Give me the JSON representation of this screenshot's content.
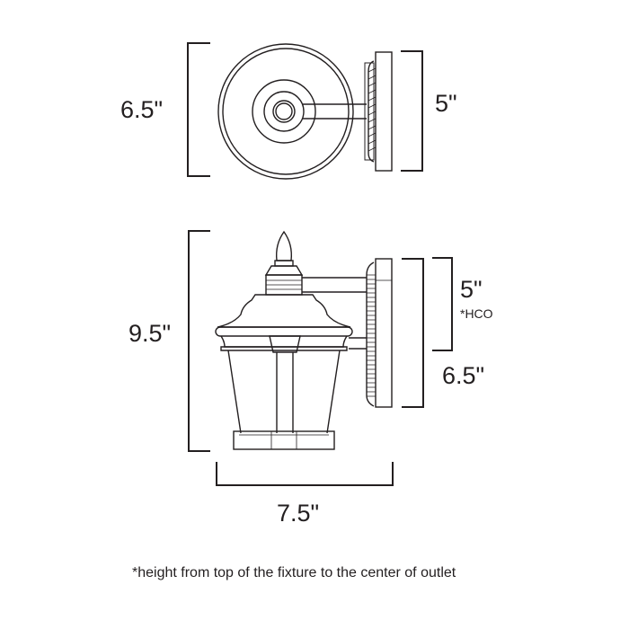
{
  "diagram": {
    "type": "dimension-drawing",
    "subject": "outdoor wall lantern",
    "views": {
      "top_view": {
        "width_dimension": "6.5\"",
        "backplate_dimension": "5\""
      },
      "front_view": {
        "height_dimension": "9.5\"",
        "width_dimension": "7.5\"",
        "hco_dimension": "5\"",
        "hco_label": "*HCO",
        "backplate_height_dimension": "6.5\""
      }
    },
    "footnote": "*height from top of the fixture to the center of outlet",
    "colors": {
      "line": "#231f20",
      "background": "#ffffff"
    }
  }
}
